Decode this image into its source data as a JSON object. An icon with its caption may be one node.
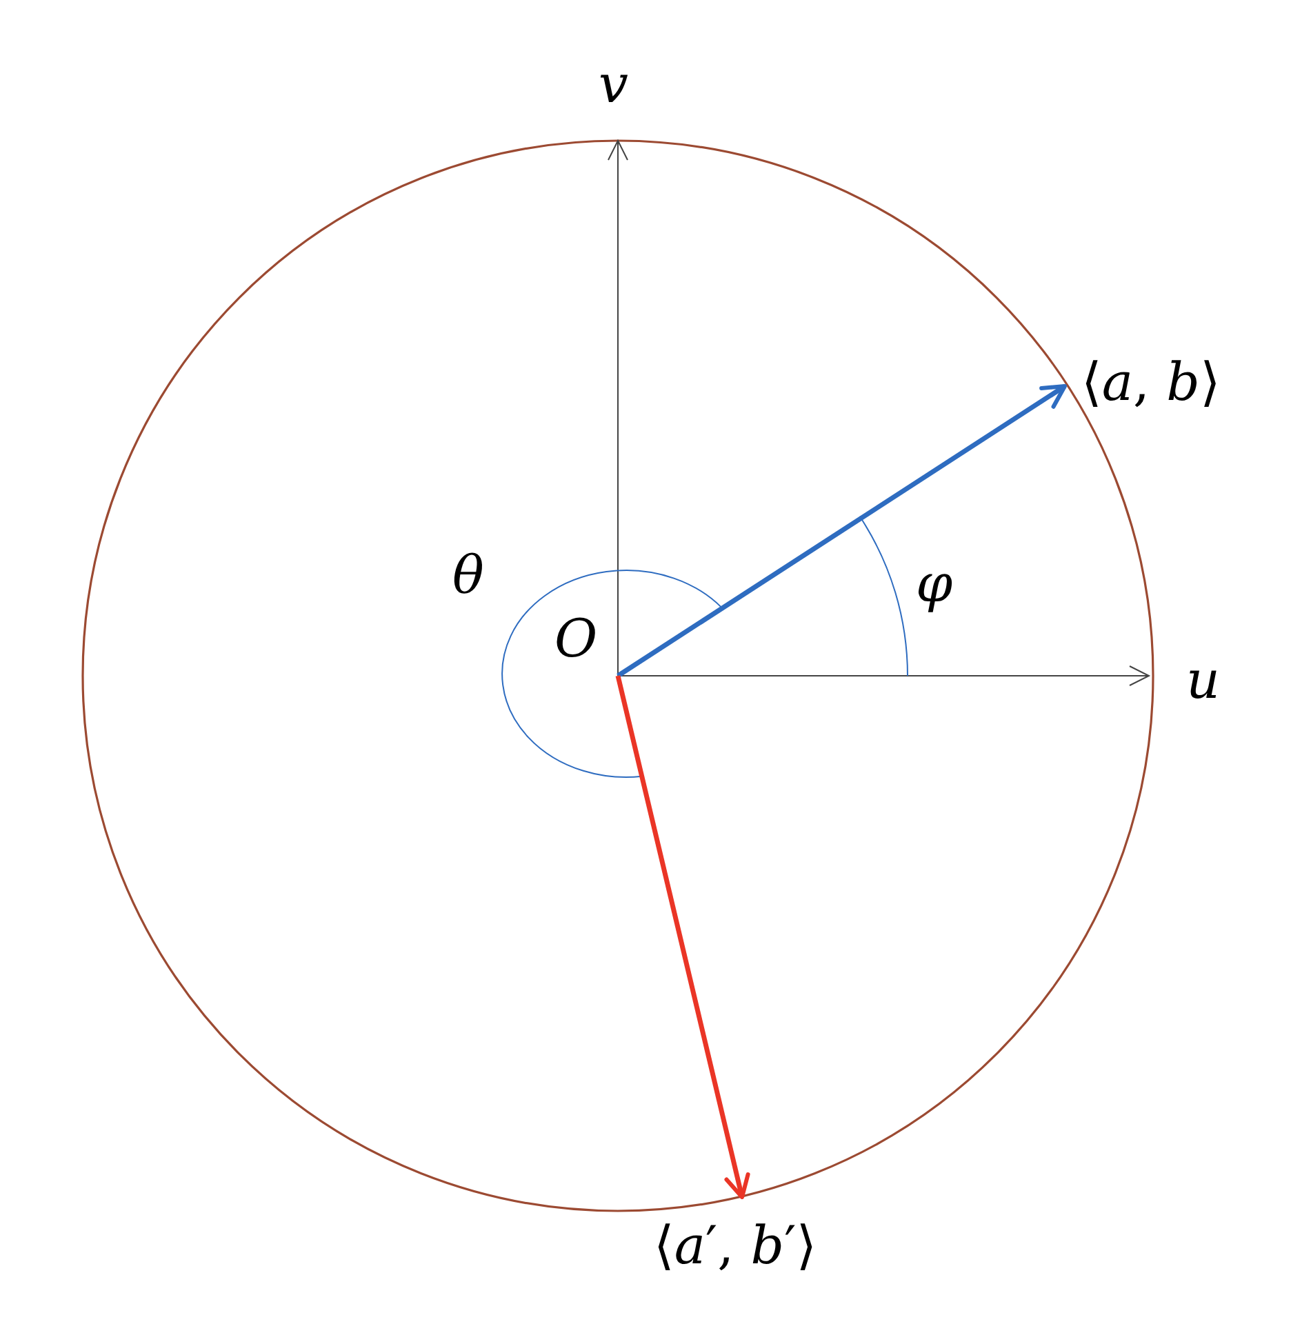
{
  "diagram": {
    "nodes": [
      {
        "text": [
          "O"
        ]
      },
      {
        "text": [
          "⟨*a*, *b*⟩"
        ]
      },
      {
        "text": [
          "⟨*a*′, *b*′⟩"
        ]
      }
    ],
    "edges": [
      {
        "from": 0,
        "to": 1,
        "arrow": "to",
        "color": "#2e6cc0"
      },
      {
        "from": 0,
        "to": 2,
        "arrow": "to",
        "color": "#ea3526"
      }
    ],
    "labels": [
      "v",
      "u",
      "θ",
      "φ"
    ]
  }
}
